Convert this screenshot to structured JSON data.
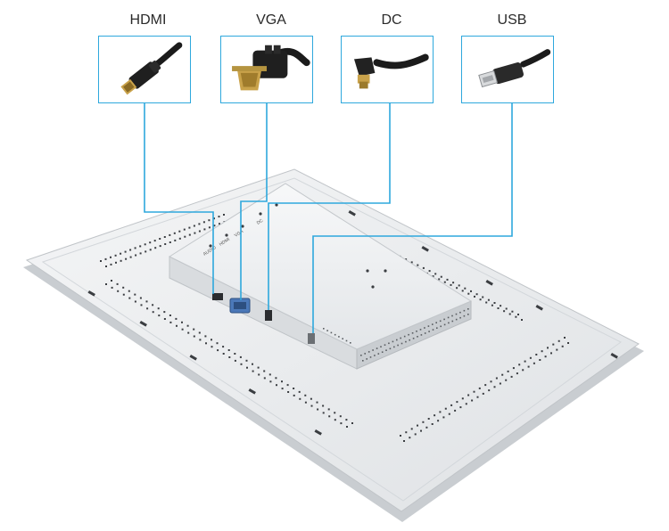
{
  "connectors": [
    {
      "id": "hdmi",
      "label": "HDMI",
      "icon": "hdmi-cable-icon"
    },
    {
      "id": "vga",
      "label": "VGA",
      "icon": "vga-cable-icon"
    },
    {
      "id": "dc",
      "label": "DC",
      "icon": "dc-power-plug-icon"
    },
    {
      "id": "usb",
      "label": "USB",
      "icon": "usb-cable-icon"
    }
  ],
  "panel_port_labels": [
    "AUDIO",
    "HDMI",
    "VGA",
    "DC"
  ],
  "colors": {
    "line": "#2ea8dd",
    "panel": "#eceef0",
    "panel_edge": "#c9cdd1",
    "box": "#f4f5f6",
    "slot": "#3a3d41",
    "cable": "#1b1b1b",
    "gold": "#c9a24a"
  }
}
